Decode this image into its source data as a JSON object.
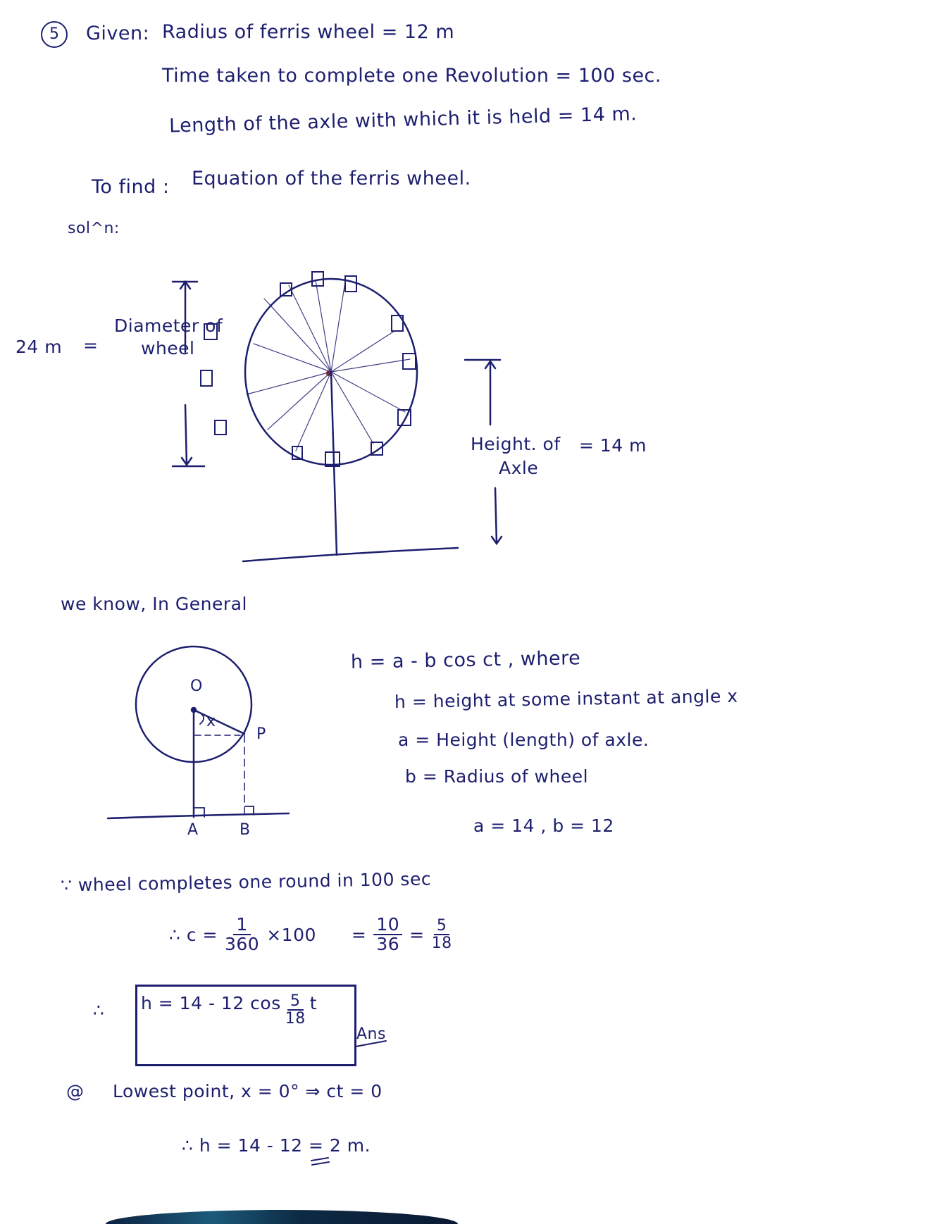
{
  "question_number": "5",
  "given": {
    "label": "Given:",
    "lines": [
      "Radius of ferris wheel = 12 m",
      "Time taken to complete one Revolution = 100 sec.",
      "Length of the axle with which it is held = 14 m."
    ]
  },
  "to_find": {
    "label": "To find :",
    "text": "Equation of the ferris wheel."
  },
  "solution_label": "sol^n:",
  "figure1": {
    "diameter_value": "24 m",
    "equals": "=",
    "diameter_label_line1": "Diameter of",
    "diameter_label_line2": "wheel",
    "axle_label_line1": "Height. of",
    "axle_label_line2": "Axle",
    "axle_value": "= 14 m",
    "cabin_count": 12
  },
  "general": {
    "intro": "we know, In General",
    "figure2_labels": {
      "center": "O",
      "angle": "x",
      "point": "P",
      "foot_a": "A",
      "foot_b": "B"
    },
    "formula": "h = a - b cos ct , where",
    "definitions": [
      "h = height at some instant at angle x",
      "a = Height (length) of axle.",
      "b = Radius of wheel"
    ],
    "values": "a = 14 ,  b = 12"
  },
  "derivation": {
    "statement": "∵ wheel completes one round in 100 sec",
    "c_prefix": "∴  c =",
    "c_frac1_num": "1",
    "c_frac1_den": "360",
    "c_times": "×100",
    "c_eq": "=",
    "c_frac2_num": "10",
    "c_frac2_den": "36",
    "c_eq2": "=",
    "c_frac3_num": "5",
    "c_frac3_den": "18"
  },
  "result": {
    "therefore": "∴",
    "equation_prefix": "h = 14 - 12 cos",
    "frac_num": "5",
    "frac_den": "18",
    "equation_suffix": "t",
    "ans_mark": "Ans"
  },
  "part_a": {
    "marker": "@",
    "text": "Lowest point, x = 0° ⇒ ct = 0",
    "conclusion": "∴ h = 14 - 12 = 2 m."
  }
}
